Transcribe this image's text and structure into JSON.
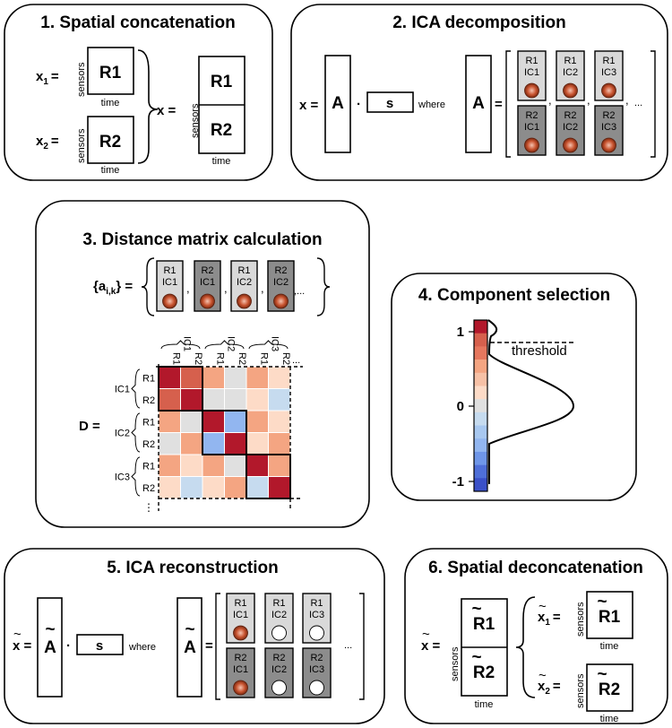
{
  "panels": {
    "p1": {
      "title": "1. Spatial concatenation",
      "x1": "x",
      "x1_sub": "1",
      "x2": "x",
      "x2_sub": "2",
      "equals": "=",
      "x_result": "x =",
      "r1": "R1",
      "r2": "R2",
      "sensors": "sensors",
      "time": "time"
    },
    "p2": {
      "title": "2. ICA decomposition",
      "x_eq": "x =",
      "A": "A",
      "dot": "·",
      "s": "s",
      "where": "where",
      "A2": "A",
      "eq": "=",
      "ellipsis": "...",
      "components": [
        {
          "r": "R1",
          "ic": "IC1",
          "shade": "light"
        },
        {
          "r": "R1",
          "ic": "IC2",
          "shade": "light"
        },
        {
          "r": "R1",
          "ic": "IC3",
          "shade": "light"
        },
        {
          "r": "R2",
          "ic": "IC1",
          "shade": "dark"
        },
        {
          "r": "R2",
          "ic": "IC2",
          "shade": "dark"
        },
        {
          "r": "R2",
          "ic": "IC3",
          "shade": "dark"
        }
      ]
    },
    "p3": {
      "title": "3. Distance matrix calculation",
      "set_label": "{a",
      "set_sub": "i,k",
      "set_close": "} =",
      "ellipsis": ",...",
      "vectors": [
        {
          "r": "R1",
          "ic": "IC1",
          "shade": "light"
        },
        {
          "r": "R2",
          "ic": "IC1",
          "shade": "dark"
        },
        {
          "r": "R1",
          "ic": "IC2",
          "shade": "light"
        },
        {
          "r": "R2",
          "ic": "IC2",
          "shade": "dark"
        }
      ],
      "D_label": "D =",
      "col_groups": [
        "IC1",
        "IC2",
        "IC3"
      ],
      "row_groups": [
        "IC1",
        "IC2",
        "IC3"
      ],
      "subs": [
        "R1",
        "R2"
      ],
      "dots": "...",
      "vdots": "⋮",
      "matrix_colors": [
        [
          "#b2182b",
          "#d6604d",
          "#f4a582",
          "#e0e0e0",
          "#f4a582",
          "#fddbc7"
        ],
        [
          "#d6604d",
          "#b2182b",
          "#e0e0e0",
          "#e0e0e0",
          "#fddbc7",
          "#c6dbef"
        ],
        [
          "#f4a582",
          "#e0e0e0",
          "#b2182b",
          "#92b6f0",
          "#f4a582",
          "#fddbc7"
        ],
        [
          "#e0e0e0",
          "#f4a582",
          "#92b6f0",
          "#b2182b",
          "#fddbc7",
          "#f4a582"
        ],
        [
          "#f4a582",
          "#fddbc7",
          "#f4a582",
          "#e0e0e0",
          "#b2182b",
          "#f4a582"
        ],
        [
          "#fddbc7",
          "#c6dbef",
          "#fddbc7",
          "#f4a582",
          "#c6dbef",
          "#b2182b"
        ]
      ]
    },
    "p4": {
      "title": "4. Component selection",
      "tick_top": "1",
      "tick_mid": "0",
      "tick_bot": "-1",
      "threshold": "threshold",
      "colorbar": [
        "#b2182b",
        "#d6604d",
        "#e6775e",
        "#f4a582",
        "#f7c1a6",
        "#fddbc7",
        "#e0e0e0",
        "#c6dbef",
        "#a8c8f0",
        "#92b6f0",
        "#6f96e8",
        "#4f6fd8",
        "#3a50c8"
      ]
    },
    "p5": {
      "title": "5. ICA reconstruction",
      "x_eq": "x =",
      "A": "A",
      "dot": "·",
      "s": "s",
      "where": "where",
      "A2": "A",
      "eq": "=",
      "ellipsis": "...",
      "components": [
        {
          "r": "R1",
          "ic": "IC1",
          "shade": "light",
          "active": true
        },
        {
          "r": "R1",
          "ic": "IC2",
          "shade": "light",
          "active": false
        },
        {
          "r": "R1",
          "ic": "IC3",
          "shade": "light",
          "active": false
        },
        {
          "r": "R2",
          "ic": "IC1",
          "shade": "dark",
          "active": true
        },
        {
          "r": "R2",
          "ic": "IC2",
          "shade": "dark",
          "active": false
        },
        {
          "r": "R2",
          "ic": "IC3",
          "shade": "dark",
          "active": false
        }
      ]
    },
    "p6": {
      "title": "6. Spatial deconcatenation",
      "x_eq": "x =",
      "r1": "R1",
      "r2": "R2",
      "x1": "x",
      "x1_sub": "1",
      "x2": "x",
      "x2_sub": "2",
      "eq": "=",
      "sensors": "sensors",
      "time": "time",
      "tilde": "~"
    }
  },
  "colors": {
    "light_shade": "#d9d9d9",
    "dark_shade": "#8c8c8c",
    "topo_red": "#b2341c"
  }
}
